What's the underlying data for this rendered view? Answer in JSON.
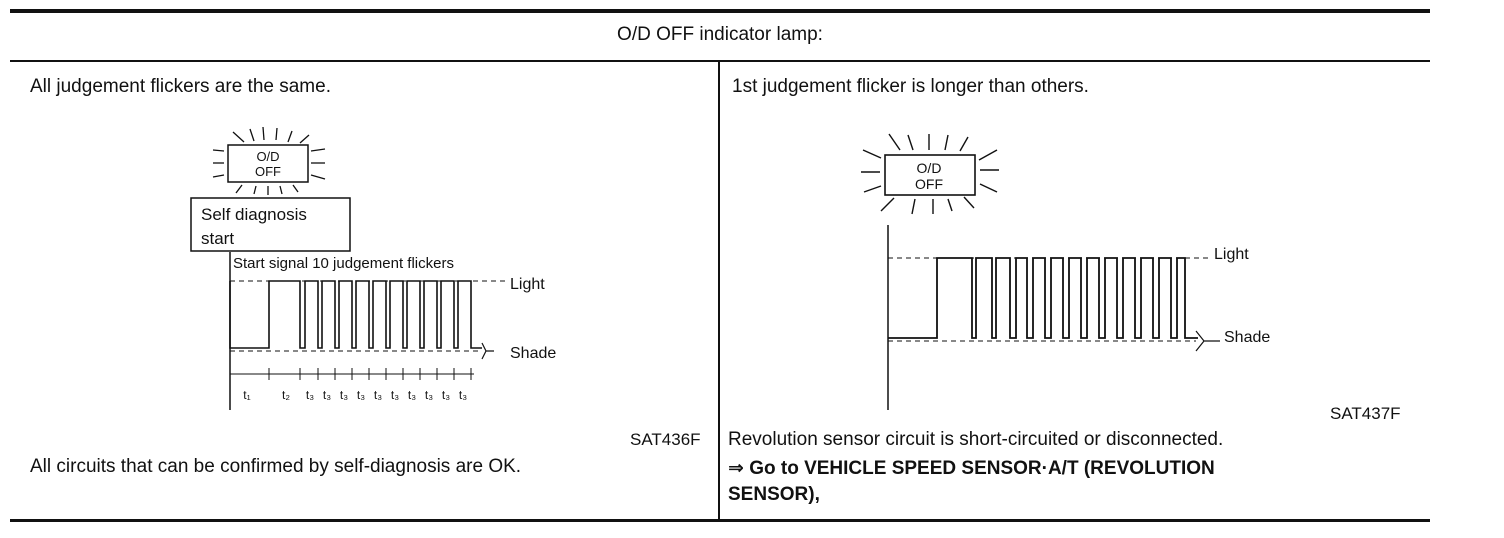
{
  "header": {
    "title": "O/D OFF indicator lamp:"
  },
  "left": {
    "heading": "All judgement flickers are the same.",
    "lamp": {
      "line1": "O/D",
      "line2": "OFF"
    },
    "callout": {
      "line1": "Self diagnosis",
      "line2": "start"
    },
    "signal_label": "Start signal 10 judgement flickers",
    "light_label": "Light",
    "shade_label": "Shade",
    "time_labels": [
      "t₁",
      "t₂",
      "t₃",
      "t₃",
      "t₃",
      "t₃",
      "t₃",
      "t₃",
      "t₃",
      "t₃",
      "t₃",
      "t₃"
    ],
    "figure_code": "SAT436F",
    "result": "All circuits that can be confirmed by self-diagnosis are OK."
  },
  "right": {
    "heading": "1st judgement flicker is longer than others.",
    "lamp": {
      "line1": "O/D",
      "line2": "OFF"
    },
    "light_label": "Light",
    "shade_label": "Shade",
    "figure_code": "SAT437F",
    "result": "Revolution sensor circuit is short-circuited or disconnected.",
    "action_line1": "⇒ Go to VEHICLE SPEED SENSOR·A/T (REVOLUTION",
    "action_line2": "SENSOR),"
  }
}
